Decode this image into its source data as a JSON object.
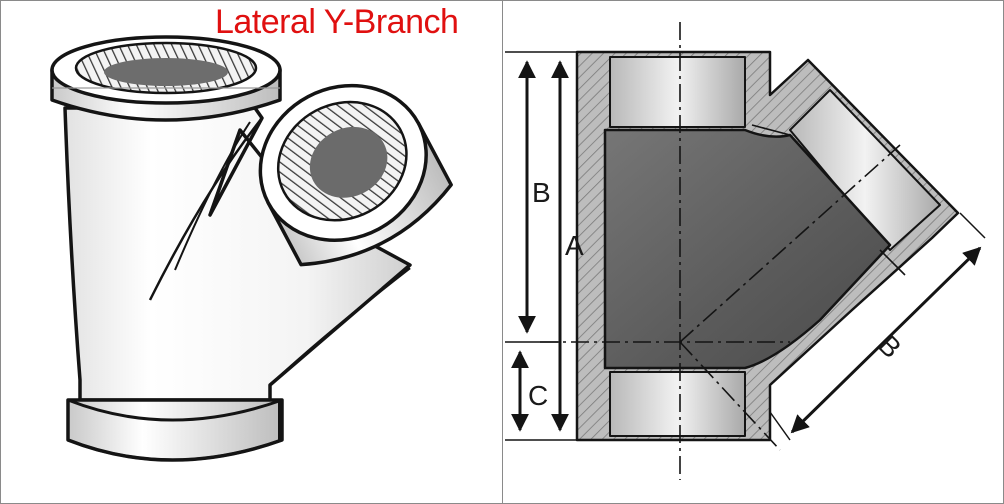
{
  "title": "Lateral Y-Branch",
  "colors": {
    "title": "#e01010",
    "frame": "#8a8a8a",
    "outline": "#141414",
    "cast_body": "#5f5f5f",
    "hatch": "#a5a5a5",
    "thread_bore": "#dcdcdc"
  },
  "views": {
    "perspective": {
      "icon": "lateral-y-branch-pipe-fitting-illustration"
    },
    "section": {
      "icon": "lateral-y-branch-cross-section-drawing"
    }
  },
  "dimensions": {
    "a": "A",
    "b_vertical": "B",
    "b_branch": "B",
    "c": "C"
  }
}
